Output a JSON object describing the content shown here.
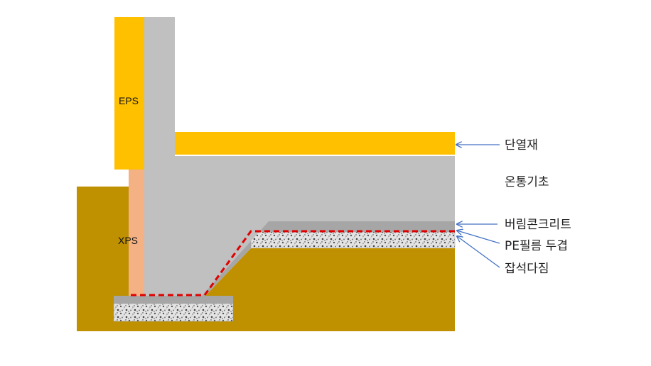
{
  "labels": {
    "eps": "EPS",
    "xps": "XPS",
    "insulation": "단열재",
    "foundation": "온통기초",
    "blinding_concrete": "버림콘크리트",
    "pe_film": "PE필름 두겹",
    "crushed_stone": "잡석다짐"
  },
  "colors": {
    "soil": "#bf9000",
    "concrete": "#c0c0c0",
    "eps": "#ffc000",
    "xps": "#f4b183",
    "pe_film": "#e00000",
    "arrow": "#4472c4",
    "gravel": "#d9d9d9"
  }
}
